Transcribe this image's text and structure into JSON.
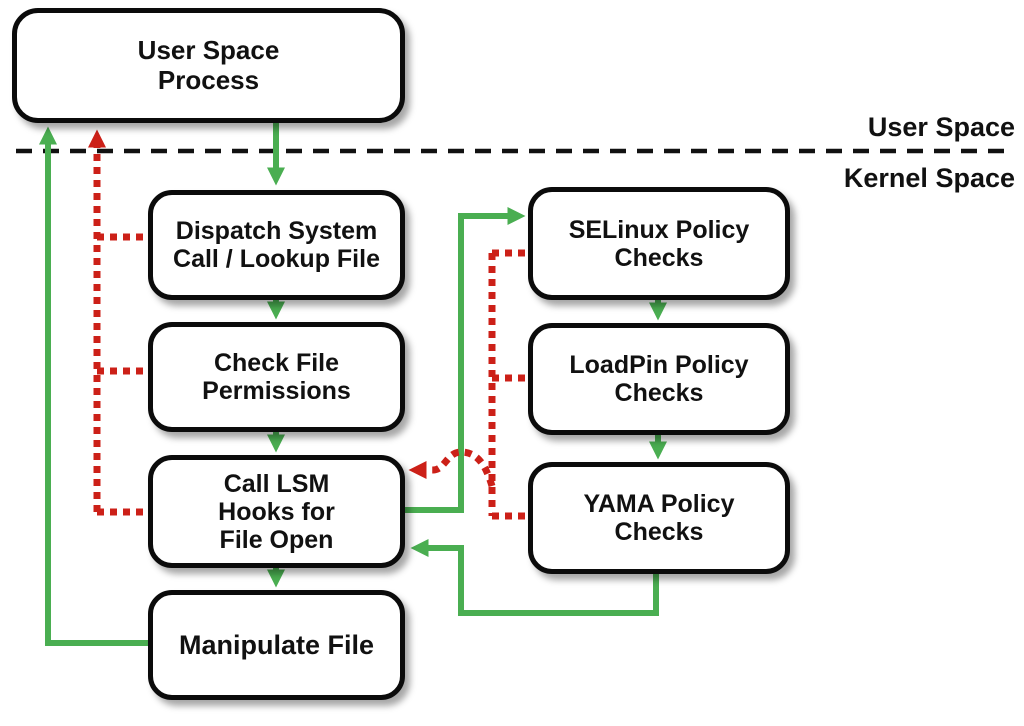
{
  "diagram": {
    "boxes": {
      "user_space_process": "User Space\nProcess",
      "dispatch_system_call": "Dispatch System\nCall / Lookup File",
      "check_file_permissions": "Check File\nPermissions",
      "call_lsm_hooks": "Call LSM\nHooks for\nFile Open",
      "manipulate_file": "Manipulate File",
      "selinux_policy_checks": "SELinux Policy\nChecks",
      "loadpin_policy_checks": "LoadPin Policy\nChecks",
      "yama_policy_checks": "YAMA Policy\nChecks"
    },
    "region_labels": {
      "user_space": "User Space",
      "kernel_space": "Kernel Space"
    },
    "colors": {
      "allow_flow_green": "#4AAE51",
      "deny_flow_red": "#CC2018",
      "box_border": "#0B0B0B",
      "background": "#FFFFFF",
      "text": "#111111"
    }
  }
}
